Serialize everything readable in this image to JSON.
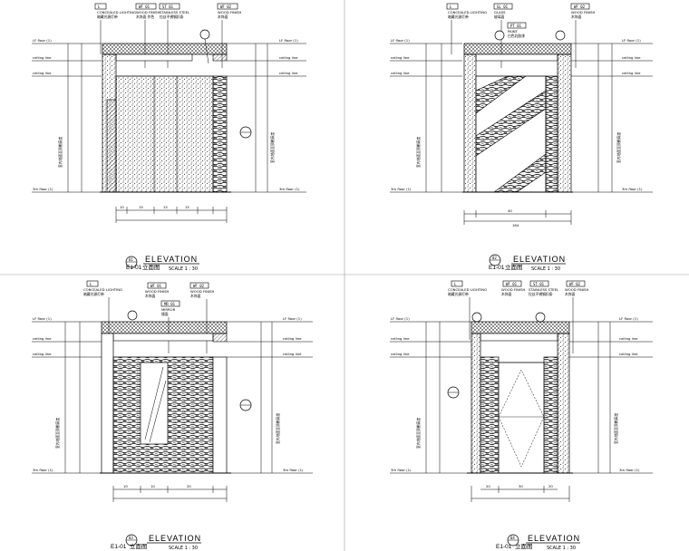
{
  "drawing": {
    "panels": [
      {
        "id": "p1",
        "callout_num": "01",
        "sheet_code": "E1-01",
        "title_cn": "立面图",
        "title_en": "ELEVATION",
        "scale": "SCALE 1 :  30",
        "tags": [
          {
            "code": "L",
            "text1": "CONCEALED LIGHTING",
            "text2": "暗藏光源灯带"
          },
          {
            "code": "WF 01",
            "text1": "WOOD FINISH",
            "text2": "木饰面 作色"
          },
          {
            "code": "ST 01",
            "text1": "STAINLESS STEEL",
            "text2": "拉丝不锈钢扣条"
          },
          {
            "code": "WF 02",
            "text1": "WOOD FINISH",
            "text2": "木饰面"
          }
        ],
        "levels": [
          "LF floor (1)",
          "ceiling line",
          "ceiling line",
          "3m floor (1)"
        ],
        "right_levels": [
          "LF floor (1)",
          "ceiling line",
          "ceiling line",
          "3m floor (1)"
        ],
        "side_text": "室内地面至顶棚高度",
        "dims": [
          "10",
          "15",
          "15",
          "15"
        ]
      },
      {
        "id": "p2",
        "callout_num": "02",
        "sheet_code": "E1-01",
        "title_cn": "立面图",
        "title_en": "ELEVATION",
        "scale": "SCALE 1 :  30",
        "tags": [
          {
            "code": "L",
            "text1": "CONCEALED LIGHTING",
            "text2": "暗藏光源灯带"
          },
          {
            "code": "GL 01",
            "text1": "GLASS",
            "text2": "玻璃面"
          },
          {
            "code": "WF 02",
            "text1": "WOOD FINISH",
            "text2": "木饰面"
          },
          {
            "code": "PT 01",
            "text1": "PAINT",
            "text2": "白色乳胶漆"
          }
        ],
        "levels": [
          "LF floor (1)",
          "ceiling line",
          "ceiling line",
          "3m floor (1)"
        ],
        "right_levels": [
          "LF floor (1)",
          "ceiling line",
          "ceiling line",
          "3m floor (1)"
        ],
        "side_text": "室内地面至顶棚高度",
        "dims": [
          "40",
          "184"
        ]
      },
      {
        "id": "p3",
        "callout_num": "03",
        "sheet_code": "E1-01",
        "title_cn": "立面图",
        "title_en": "ELEVATION",
        "scale": "SCALE 1 :  30",
        "tags": [
          {
            "code": "L",
            "text1": "CONCEALED LIGHTING",
            "text2": "暗藏光源灯带"
          },
          {
            "code": "WF 01",
            "text1": "WOOD FINISH",
            "text2": "木饰面"
          },
          {
            "code": "MR 01",
            "text1": "MIRROR",
            "text2": "镜面"
          },
          {
            "code": "WF 02",
            "text1": "WOOD FINISH",
            "text2": "木饰面"
          }
        ],
        "levels": [
          "LF floor (1)",
          "ceiling line",
          "ceiling line",
          "3m floor (1)"
        ],
        "right_levels": [
          "LF floor (1)",
          "ceiling line",
          "ceiling line",
          "3m floor (1)"
        ],
        "side_text": "室内地面至顶棚高度",
        "dims": [
          "10",
          "10",
          "20"
        ]
      },
      {
        "id": "p4",
        "callout_num": "04",
        "sheet_code": "E1-01",
        "title_cn": "立面图",
        "title_en": "ELEVATION",
        "scale": "SCALE 1 :  30",
        "tags": [
          {
            "code": "L",
            "text1": "CONCEALED LIGHTING",
            "text2": "暗藏光源灯带"
          },
          {
            "code": "WF 01",
            "text1": "WOOD FINISH",
            "text2": "木饰面"
          },
          {
            "code": "ST 01",
            "text1": "STAINLESS STEEL",
            "text2": "拉丝不锈钢扣条"
          },
          {
            "code": "WF 02",
            "text1": "WOOD FINISH",
            "text2": "木饰面"
          }
        ],
        "levels": [
          "LF floor (1)",
          "ceiling line",
          "ceiling line",
          "3m floor (1)"
        ],
        "right_levels": [
          "LF floor (1)",
          "ceiling line",
          "ceiling line",
          "3m floor (1)"
        ],
        "side_text": "室内地面至顶棚高度",
        "dims": [
          "20",
          "30",
          "20"
        ]
      }
    ]
  }
}
